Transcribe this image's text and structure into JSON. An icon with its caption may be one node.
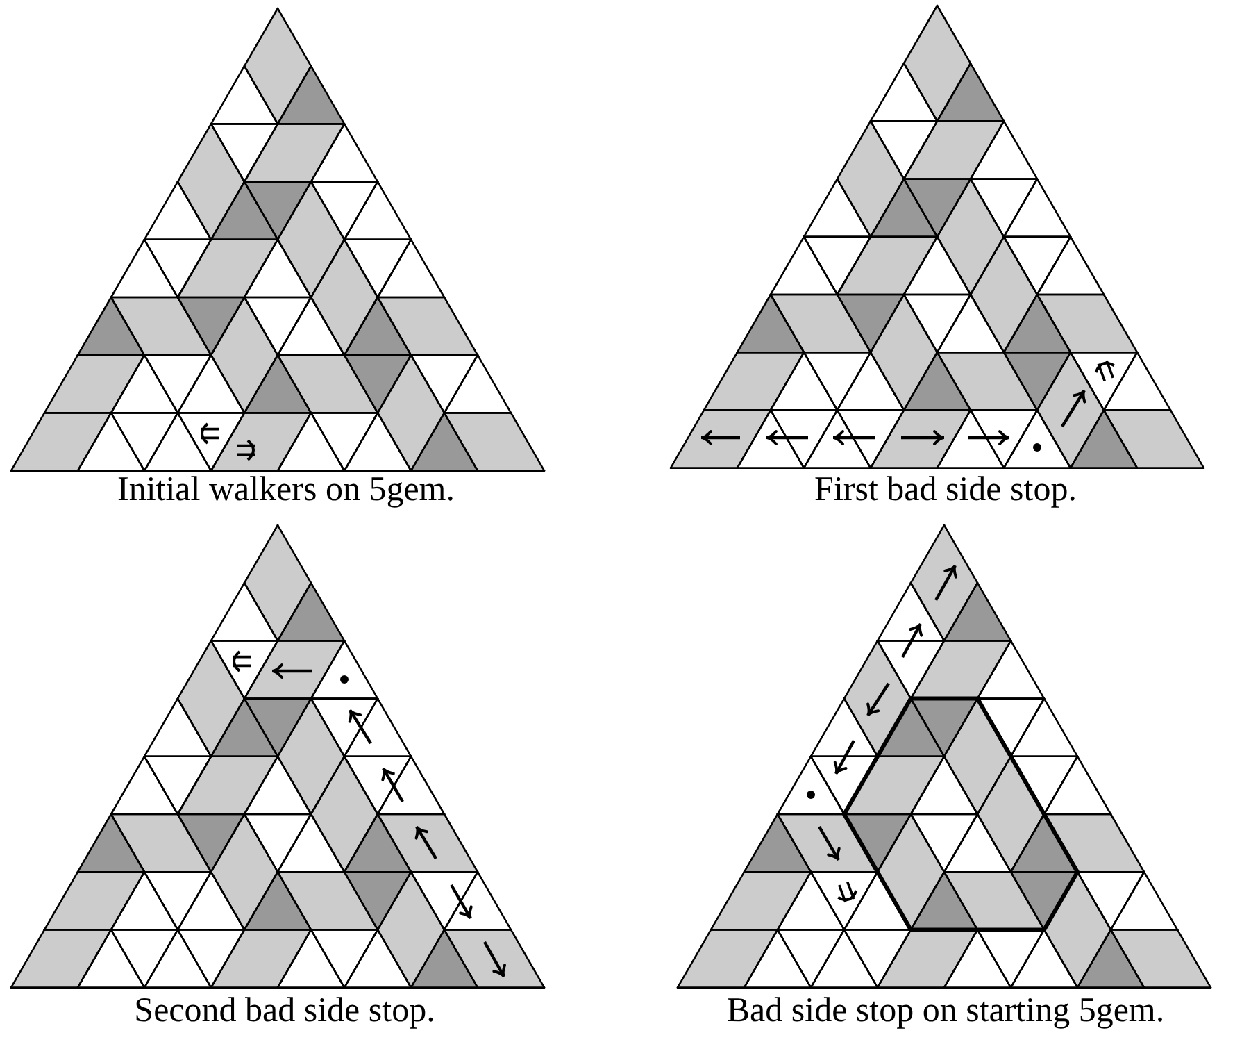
{
  "diagram": {
    "labels": [
      "Initial walkers on 5gem.",
      "First bad side stop.",
      "Second bad side stop.",
      "Bad side stop on starting 5gem."
    ]
  }
}
